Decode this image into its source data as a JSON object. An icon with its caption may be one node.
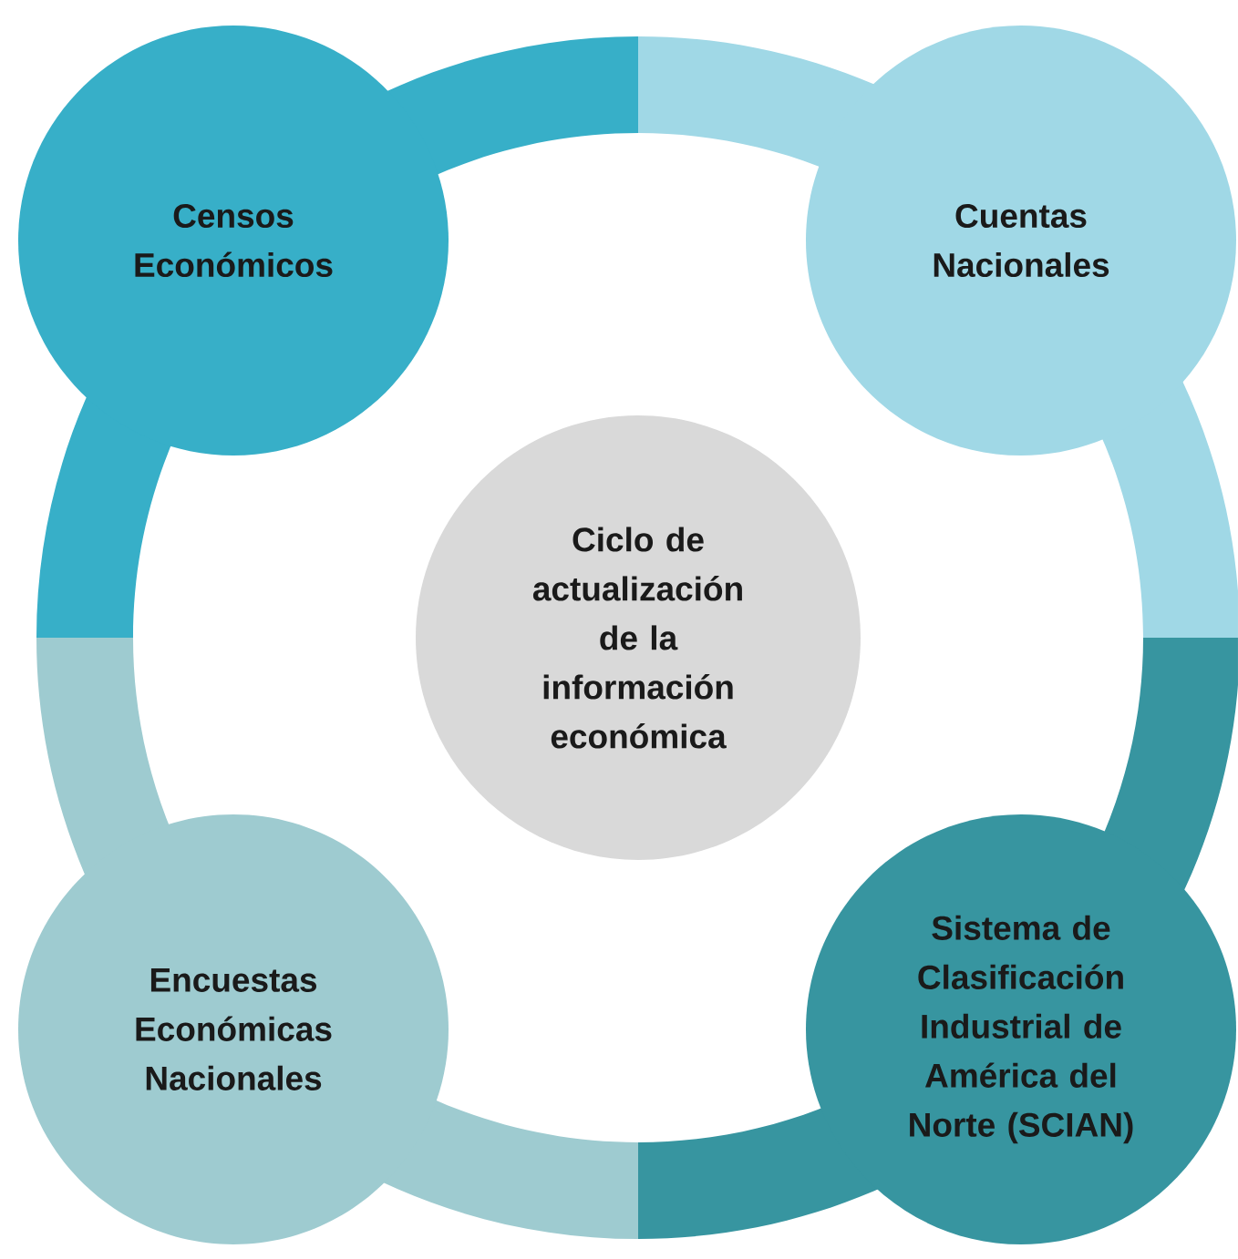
{
  "diagram": {
    "nodes": [
      {
        "text": [
          "Censos Económicos"
        ]
      },
      {
        "text": [
          "Cuentas Nacionales"
        ]
      },
      {
        "text": [
          "Ciclo de actualización de la información económica"
        ]
      },
      {
        "text": [
          "Encuestas Económicas Nacionales"
        ]
      },
      {
        "text": [
          "Sistema de Clasificación Industrial de América del Norte (SCIAN)"
        ]
      }
    ]
  }
}
